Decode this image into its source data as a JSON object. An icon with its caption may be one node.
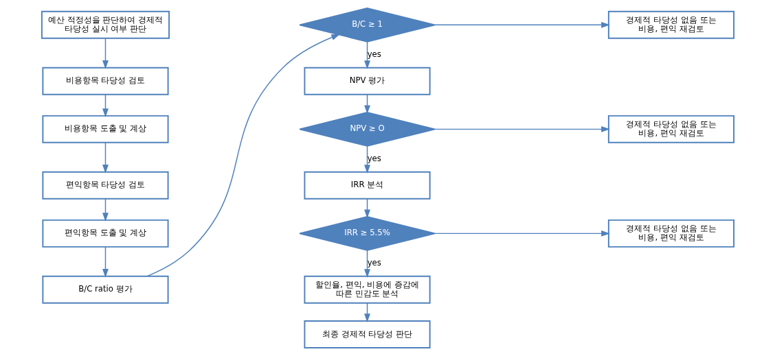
{
  "diagram": {
    "nodes": [
      {
        "text": [
          "예산 적정성을 판단하여 경제적 타당성 실시 여부 판단"
        ]
      },
      {
        "text": [
          "비용항목 타당성 검토"
        ]
      },
      {
        "text": [
          "비용항목 도출 및 계상"
        ]
      },
      {
        "text": [
          "편익항목 타당성 검토"
        ]
      },
      {
        "text": [
          "편익항목 도출 및 계상"
        ]
      },
      {
        "text": [
          "B/C ratio 평가"
        ]
      },
      {
        "text": [
          "B/C ≥ 1"
        ]
      },
      {
        "text": [
          "경제적 타당성 없음 또는 비용, 편익 재검토"
        ]
      },
      {
        "text": [
          "NPV 평가"
        ]
      },
      {
        "text": [
          "NPV ≥ O"
        ]
      },
      {
        "text": [
          "경제적 타당성 없음 또는 비용, 편익 재검토"
        ]
      },
      {
        "text": [
          "IRR 분석"
        ]
      },
      {
        "text": [
          "IRR ≥ 5.5%"
        ]
      },
      {
        "text": [
          "경제적 타당성 없음 또는 비용, 편익 재검토"
        ]
      },
      {
        "text": [
          "할인율, 편익, 비용에 증감에 따른 민감도 분석"
        ]
      },
      {
        "text": [
          "최종 경제적 타당성 판단"
        ]
      }
    ],
    "edges": [
      {
        "from": 0,
        "to": 1,
        "arrow": "to"
      },
      {
        "from": 1,
        "to": 2,
        "arrow": "to"
      },
      {
        "from": 2,
        "to": 3,
        "arrow": "to"
      },
      {
        "from": 3,
        "to": 4,
        "arrow": "to"
      },
      {
        "from": 4,
        "to": 5,
        "arrow": "to"
      },
      {
        "from": 5,
        "to": 6,
        "arrow": "to"
      },
      {
        "from": 6,
        "to": 7,
        "arrow": "to"
      },
      {
        "from": 6,
        "to": 8,
        "arrow": "to",
        "label": "yes"
      },
      {
        "from": 8,
        "to": 9,
        "arrow": "to"
      },
      {
        "from": 9,
        "to": 10,
        "arrow": "to"
      },
      {
        "from": 9,
        "to": 11,
        "arrow": "to",
        "label": "yes"
      },
      {
        "from": 11,
        "to": 12,
        "arrow": "to"
      },
      {
        "from": 12,
        "to": 13,
        "arrow": "to"
      },
      {
        "from": 12,
        "to": 14,
        "arrow": "to",
        "label": "yes"
      },
      {
        "from": 14,
        "to": 15,
        "arrow": "to"
      }
    ]
  }
}
